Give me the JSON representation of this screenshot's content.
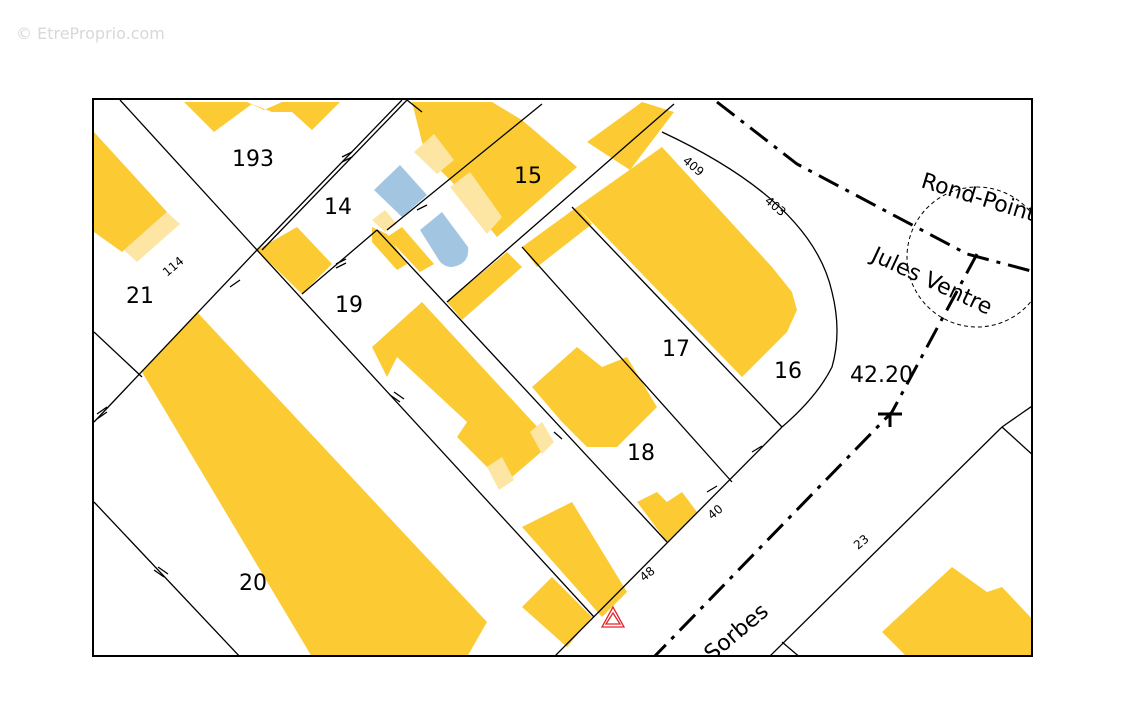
{
  "watermark": "© EtreProprio.com",
  "colors": {
    "building": "#fccb33",
    "building_light": "#fde6a3",
    "pool": "#a2c6e2",
    "hazard": "#e3252b"
  },
  "parcels": {
    "p193": "193",
    "p14": "14",
    "p15": "15",
    "p21": "21",
    "p19": "19",
    "p17": "17",
    "p16": "16",
    "p18": "18",
    "p20": "20"
  },
  "street_numbers": {
    "n409": "409",
    "n403": "403",
    "n114": "114",
    "n40": "40",
    "n48": "48",
    "n23": "23"
  },
  "streets": {
    "rond_point": "Rond-Point",
    "jules_ventre": "Jules Ventre",
    "sorbes": "Sorbes"
  },
  "elevation": "42.20",
  "icons": [
    "hazard-triangle-icon",
    "survey-cross-icon"
  ]
}
